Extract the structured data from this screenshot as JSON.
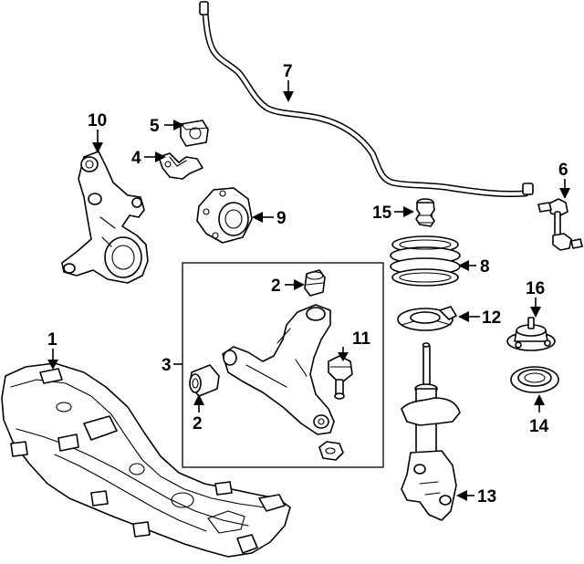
{
  "callouts": [
    {
      "id": "c1",
      "label": "1"
    },
    {
      "id": "c2a",
      "label": "2"
    },
    {
      "id": "c2b",
      "label": "2"
    },
    {
      "id": "c3",
      "label": "3"
    },
    {
      "id": "c4",
      "label": "4"
    },
    {
      "id": "c5",
      "label": "5"
    },
    {
      "id": "c6",
      "label": "6"
    },
    {
      "id": "c7",
      "label": "7"
    },
    {
      "id": "c8",
      "label": "8"
    },
    {
      "id": "c9",
      "label": "9"
    },
    {
      "id": "c10",
      "label": "10"
    },
    {
      "id": "c11",
      "label": "11"
    },
    {
      "id": "c12",
      "label": "12"
    },
    {
      "id": "c13",
      "label": "13"
    },
    {
      "id": "c14",
      "label": "14"
    },
    {
      "id": "c15",
      "label": "15"
    },
    {
      "id": "c16",
      "label": "16"
    }
  ]
}
